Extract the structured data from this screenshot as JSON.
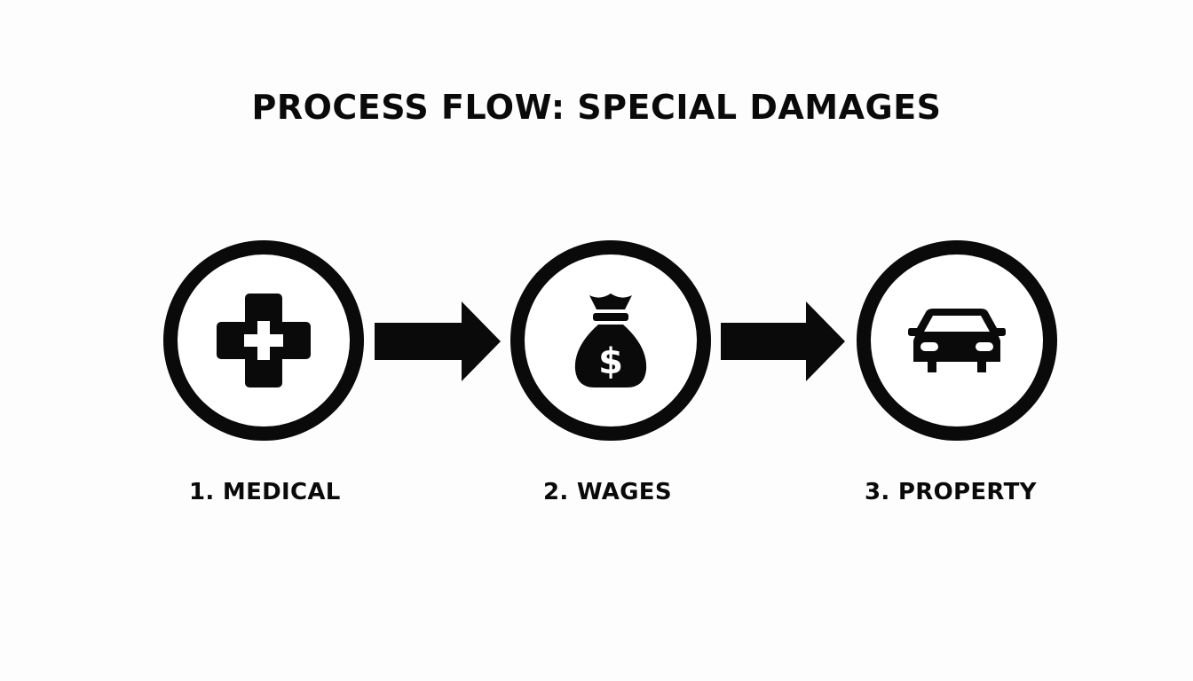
{
  "title": "PROCESS FLOW: SPECIAL DAMAGES",
  "steps": [
    {
      "label": "1. MEDICAL",
      "icon": "medical-cross-icon"
    },
    {
      "label": "2. WAGES",
      "icon": "money-bag-icon"
    },
    {
      "label": "3. PROPERTY",
      "icon": "car-icon"
    }
  ],
  "connectors": [
    {
      "icon": "arrow-right-icon"
    },
    {
      "icon": "arrow-right-icon"
    }
  ],
  "colors": {
    "foreground": "#0a0a0a",
    "background": "#fdfdfd"
  }
}
